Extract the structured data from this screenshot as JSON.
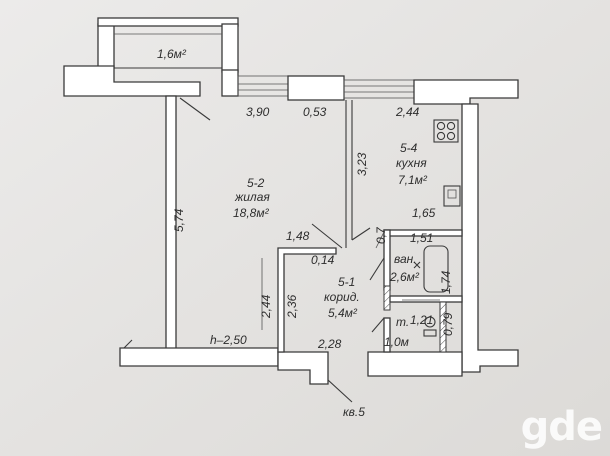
{
  "watermark": "gde",
  "apartment_number": "кв.5",
  "balcony": {
    "area": "1,6м²"
  },
  "rooms": [
    {
      "id": "5-2",
      "name": "жилая",
      "area": "18,8м²"
    },
    {
      "id": "5-4",
      "name": "кухня",
      "area": "7,1м²"
    },
    {
      "id": "5-1",
      "name": "корид.",
      "area": "5,4м²"
    },
    {
      "name": "ван.",
      "area": "2,6м²"
    },
    {
      "name": "т.",
      "area": "1,0м"
    }
  ],
  "dimensions": {
    "living_width": "3,90",
    "wall_pier": "0,53",
    "kitchen_width": "2,44",
    "kitchen_depth": "3,23",
    "living_depth": "5,74",
    "kitchen_inner": "1,65",
    "bath_width": "1,51",
    "bath_depth": "1,74",
    "wc_width": "1,21",
    "wc_depth": "0,79",
    "corr_top": "1,48",
    "corr_step": "0,14",
    "corr_side": "0,7",
    "corr_height_a": "2,44",
    "corr_height_b": "2,36",
    "corr_bottom": "2,28",
    "ceiling_height": "h–2,50"
  }
}
